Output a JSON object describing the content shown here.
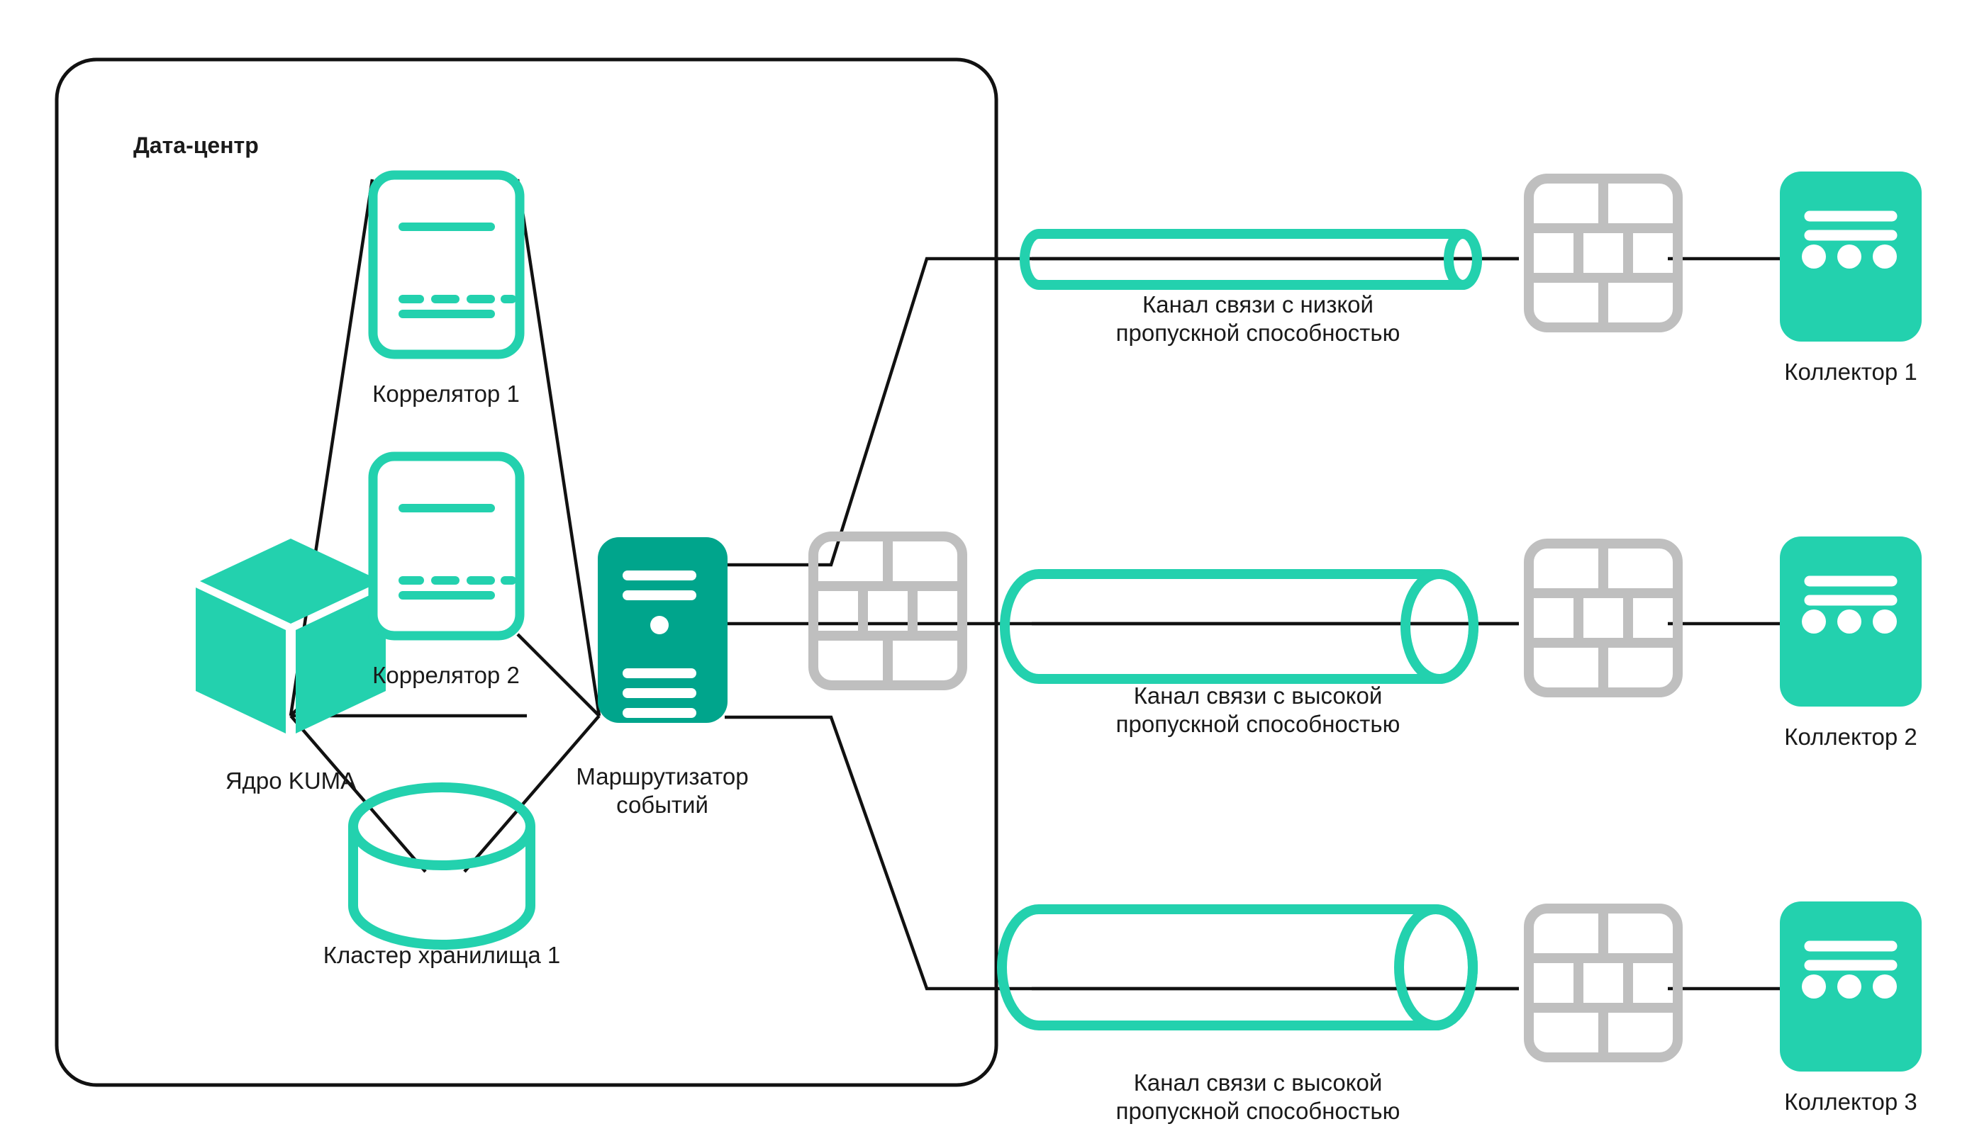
{
  "diagram": {
    "title": "Дата-центр",
    "colors": {
      "teal_light": "#23D1AE",
      "teal_dark": "#00A58C",
      "gray": "#BFBFBF",
      "line": "#111111",
      "text": "#1a1a1a",
      "background": "#ffffff"
    },
    "datacenter": {
      "label": "Дата-центр",
      "boundary": "rounded-rectangle"
    },
    "nodes": [
      {
        "id": "kuma-core",
        "label": "Ядро KUMA",
        "icon": "cube-icon",
        "color": "#23D1AE"
      },
      {
        "id": "correlator-1",
        "label": "Коррелятор 1",
        "icon": "correlator-icon",
        "color": "#23D1AE"
      },
      {
        "id": "correlator-2",
        "label": "Коррелятор 2",
        "icon": "correlator-icon",
        "color": "#23D1AE"
      },
      {
        "id": "storage-cluster-1",
        "label": "Кластер хранилища 1",
        "icon": "database-icon",
        "color": "#23D1AE"
      },
      {
        "id": "event-router",
        "label": "Маршрутизатор\nсобытий",
        "icon": "router-icon",
        "color": "#00A58C"
      },
      {
        "id": "firewall-inner",
        "label": "",
        "icon": "firewall-icon",
        "color": "#BFBFBF"
      },
      {
        "id": "firewall-1",
        "label": "",
        "icon": "firewall-icon",
        "color": "#BFBFBF"
      },
      {
        "id": "firewall-2",
        "label": "",
        "icon": "firewall-icon",
        "color": "#BFBFBF"
      },
      {
        "id": "firewall-3",
        "label": "",
        "icon": "firewall-icon",
        "color": "#BFBFBF"
      },
      {
        "id": "collector-1",
        "label": "Коллектор 1",
        "icon": "collector-icon",
        "color": "#23D1AE"
      },
      {
        "id": "collector-2",
        "label": "Коллектор 2",
        "icon": "collector-icon",
        "color": "#23D1AE"
      },
      {
        "id": "collector-3",
        "label": "Коллектор 3",
        "icon": "collector-icon",
        "color": "#23D1AE"
      }
    ],
    "channels": [
      {
        "id": "channel-low",
        "label": "Канал связи с низкой\nпропускной способностью",
        "bandwidth": "low",
        "icon": "narrow-pipe-icon"
      },
      {
        "id": "channel-high-2",
        "label": "Канал связи с высокой\nпропускной способностью",
        "bandwidth": "high",
        "icon": "wide-pipe-icon"
      },
      {
        "id": "channel-high-3",
        "label": "Канал связи с высокой\nпропускной способностью",
        "bandwidth": "high",
        "icon": "wide-pipe-icon"
      }
    ]
  }
}
